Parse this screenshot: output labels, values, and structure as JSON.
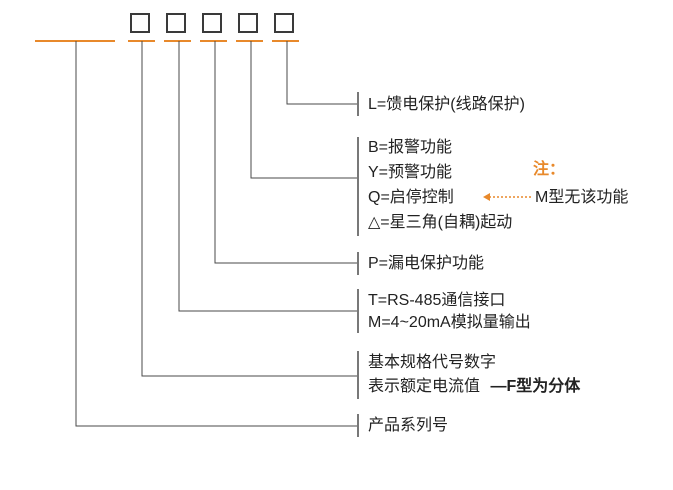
{
  "colors": {
    "orange": "#e8892b",
    "line": "#4a4a4a"
  },
  "code_boxes": 5,
  "groups": {
    "protection": {
      "lines": [
        "L=馈电保护(线路保护)"
      ]
    },
    "function": {
      "lines": [
        "B=报警功能",
        "Y=预警功能",
        "Q=启停控制",
        "△=星三角(自耦)起动"
      ]
    },
    "note": {
      "label": "注：",
      "text": "M型无该功能"
    },
    "leakage": {
      "lines": [
        "P=漏电保护功能"
      ]
    },
    "comm": {
      "lines": [
        "T=RS-485通信接口",
        "M=4~20mA模拟量输出"
      ]
    },
    "spec": {
      "line1": "基本规格代号数字",
      "line2": "表示额定电流值",
      "line2_suffix": "—F型为分体"
    },
    "series": {
      "lines": [
        "产品系列号"
      ]
    }
  }
}
